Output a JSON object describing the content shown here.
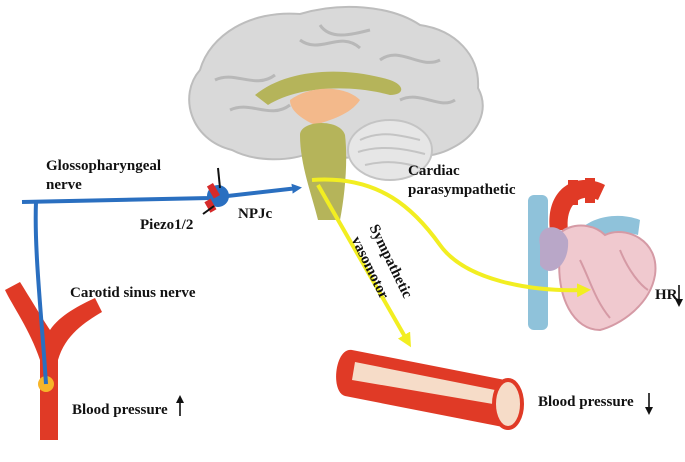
{
  "labels": {
    "glossopharyngeal_line1": "Glossopharyngeal",
    "glossopharyngeal_line2": "nerve",
    "piezo": "Piezo1/2",
    "npjc": "NPJc",
    "cardiac_line1": "Cardiac",
    "cardiac_line2": "parasympathetic",
    "sympathetic_line1": "Sympathetic",
    "sympathetic_line2": "vasomotor",
    "carotid_sinus_nerve": "Carotid sinus nerve",
    "bp_left": "Blood pressure",
    "bp_right": "Blood pressure",
    "hr": "HR"
  },
  "colors": {
    "nerve_blue": "#2a6fc0",
    "pathway_yellow": "#f2ee21",
    "artery_red": "#e03a26",
    "brain_gray": "#d9d9d9",
    "brainstem_olive": "#b5b45a",
    "hypothalamus_peach": "#f3b98b",
    "heart_pink": "#f0c9cf",
    "vessel_blue": "#8fc2da",
    "sensor_orange": "#f7b529"
  },
  "arrows": {
    "blood_pressure_left": "up",
    "blood_pressure_right": "down",
    "heart_rate": "down"
  }
}
